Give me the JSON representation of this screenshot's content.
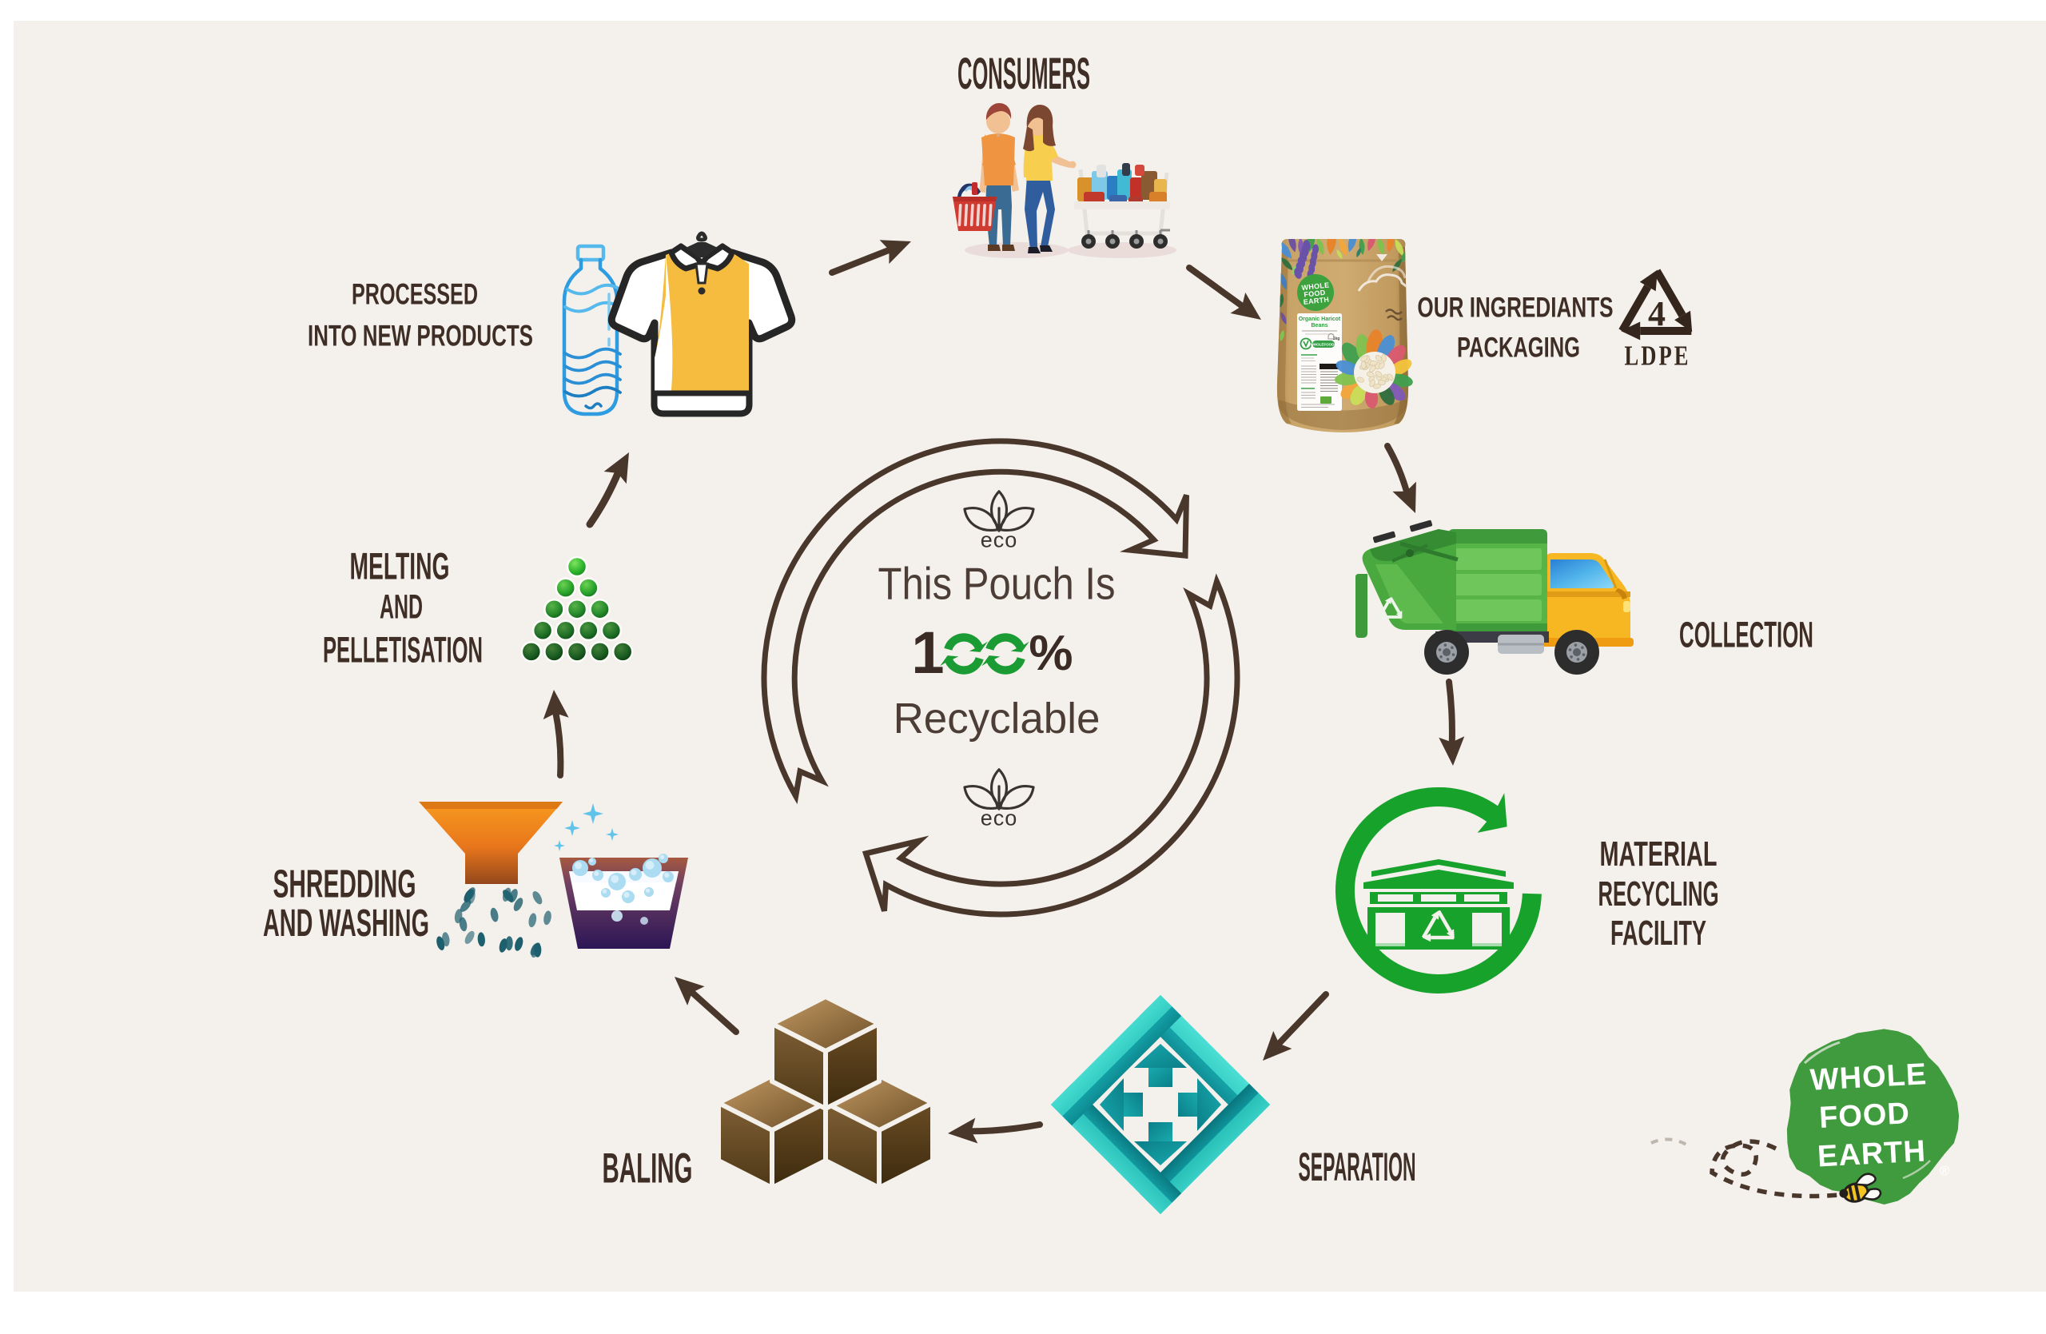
{
  "canvas": {
    "background": "#f4f0ec",
    "frame": "#ffffff"
  },
  "stages": {
    "consumers": {
      "label": "CONSUMERS"
    },
    "packaging": {
      "line1": "OUR INGREDIANTS",
      "line2": "PACKAGING"
    },
    "collection": {
      "label": "COLLECTION"
    },
    "facility": {
      "line1": "MATERIAL",
      "line2": "RECYCLING",
      "line3": "FACILITY"
    },
    "separation": {
      "label": "SEPARATION"
    },
    "baling": {
      "label": "BALING"
    },
    "shredding": {
      "line1": "SHREDDING",
      "line2": "AND WASHING"
    },
    "melting": {
      "line1": "MELTING",
      "line2": "AND",
      "line3": "PELLETISATION"
    },
    "processed": {
      "line1": "PROCESSED",
      "line2": "INTO NEW PRODUCTS"
    }
  },
  "center": {
    "eco_top": "eco",
    "line1": "This Pouch Is",
    "percent_one": "1",
    "percent_sign": "%",
    "line3": "Recyclable",
    "eco_bottom": "eco"
  },
  "ldpe": {
    "number": "4",
    "code": "LDPE"
  },
  "pouch": {
    "brand_line1": "WHOLE",
    "brand_line2": "FOOD",
    "brand_line3": "EARTH",
    "product_line1": "Organic Haricot",
    "product_line2": "Beans",
    "badge": "WHOLEFOODS",
    "weight": "1kg"
  },
  "logo": {
    "line1": "WHOLE",
    "line2": "FOOD",
    "line3": "EARTH",
    "reg": "®"
  },
  "colors": {
    "arrow_brown": "#4a372c",
    "label_dark": "#3e2e26",
    "recycle_green": "#1f9e35",
    "facility_green": "#17a22b",
    "truck_green": "#59b649",
    "cab_yellow": "#f6b722",
    "teal": "#1aa9ae",
    "bale_brown": "#77572c",
    "pellet_green": "#2aa32c",
    "funnel_orange": "#e8761c",
    "basin_purple": "#2c1656",
    "kraft": "#c9a468",
    "logo_green": "#3f9b3d",
    "shirt_yellow": "#f6bc40",
    "bottle_blue": "#1479c9"
  }
}
